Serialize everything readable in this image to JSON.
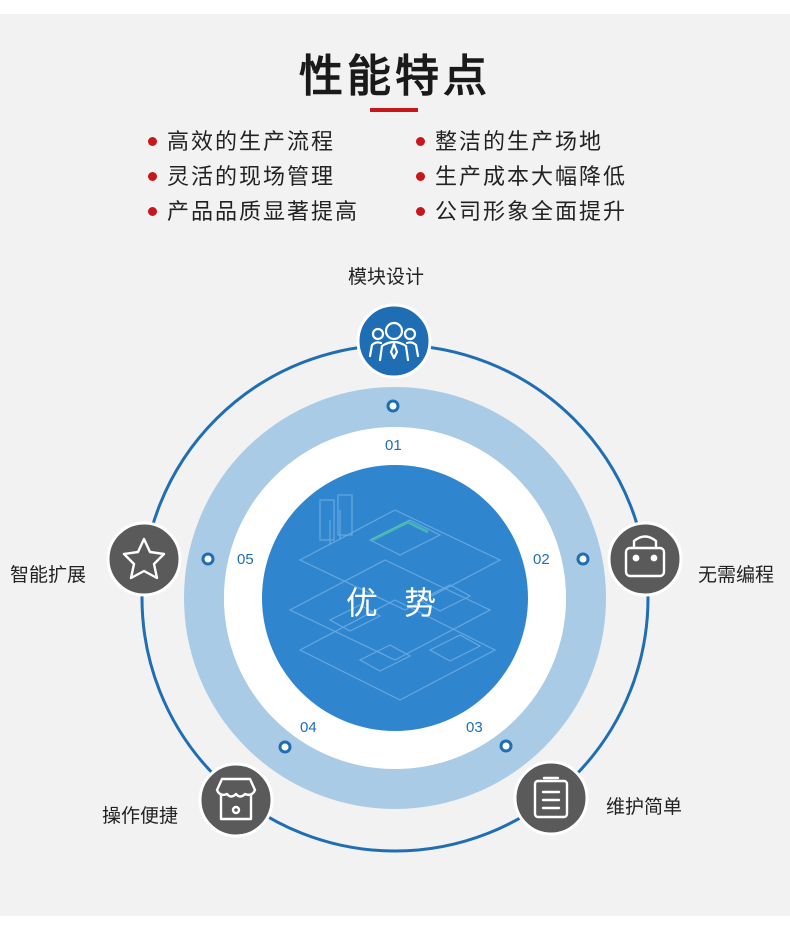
{
  "header": {
    "title": "性能特点"
  },
  "features": [
    {
      "label": "高效的生产流程"
    },
    {
      "label": "整洁的生产场地"
    },
    {
      "label": "灵活的现场管理"
    },
    {
      "label": "生产成本大幅降低"
    },
    {
      "label": "产品品质显著提高"
    },
    {
      "label": "公司形象全面提升"
    }
  ],
  "diagram": {
    "center_label": "优 势",
    "numbers": [
      "01",
      "02",
      "03",
      "04",
      "05"
    ],
    "nodes": [
      {
        "label": "模块设计",
        "icon": "team-icon"
      },
      {
        "label": "无需编程",
        "icon": "shopping-bag-icon"
      },
      {
        "label": "维护简单",
        "icon": "clipboard-list-icon"
      },
      {
        "label": "操作便捷",
        "icon": "storefront-icon"
      },
      {
        "label": "智能扩展",
        "icon": "star-icon"
      }
    ]
  },
  "colors": {
    "accent_red": "#c8161d",
    "outer_ring": "#1f6eb4",
    "light_band": "#a9cbe6",
    "center_blue": "#2f86cf",
    "highlight_node": "#1f6eb4",
    "grey_node": "#5a5a5a"
  }
}
